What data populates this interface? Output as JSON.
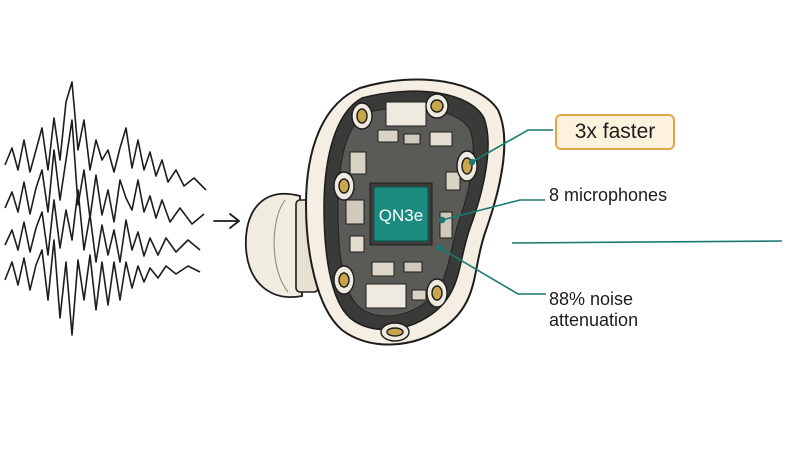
{
  "chip": {
    "label": "QN3e"
  },
  "callouts": {
    "speed": "3x faster",
    "microphones": "8 microphones",
    "noise_line1": "88% noise",
    "noise_line2": "attenuation"
  },
  "colors": {
    "accent_teal": "#1a7a70",
    "chip_teal": "#1b8a7f",
    "highlight_fill": "#fdf3dc",
    "highlight_border": "#e0a84a",
    "ink": "#1d1d1d",
    "shell": "#f4efe2"
  },
  "icons": [
    "sound-wave-icon",
    "arrow-right-icon",
    "earbud-illustration",
    "microphone-icon"
  ]
}
